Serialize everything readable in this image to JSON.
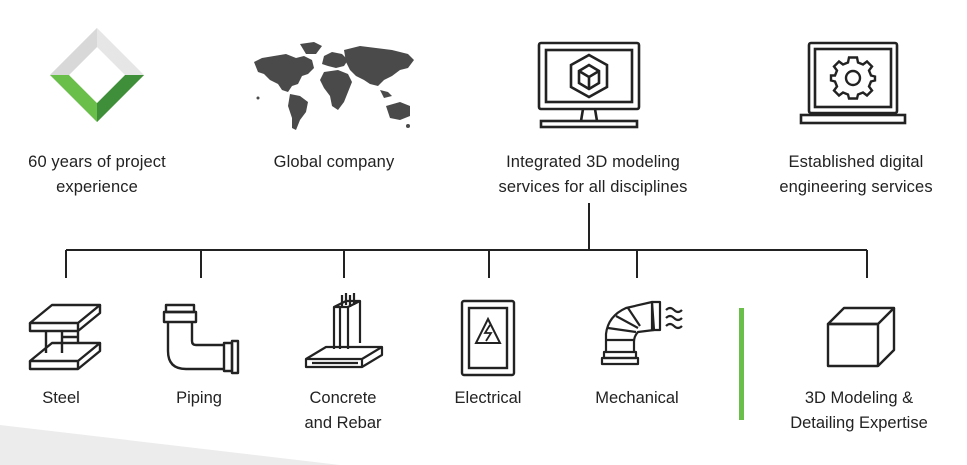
{
  "features": [
    {
      "icon": "diamond-logo-icon",
      "lines": [
        "60 years of project",
        "experience"
      ]
    },
    {
      "icon": "world-map-icon",
      "lines": [
        "Global company"
      ]
    },
    {
      "icon": "monitor-3d-cube-icon",
      "lines": [
        "Integrated 3D modeling",
        "services for all disciplines"
      ]
    },
    {
      "icon": "laptop-gear-icon",
      "lines": [
        "Established digital",
        "engineering services"
      ]
    }
  ],
  "disciplines": [
    {
      "icon": "steel-beam-icon",
      "lines": [
        "Steel"
      ]
    },
    {
      "icon": "pipe-elbow-icon",
      "lines": [
        "Piping"
      ]
    },
    {
      "icon": "concrete-rebar-icon",
      "lines": [
        "Concrete",
        "and Rebar"
      ]
    },
    {
      "icon": "electrical-panel-icon",
      "lines": [
        "Electrical"
      ]
    },
    {
      "icon": "duct-icon",
      "lines": [
        "Mechanical"
      ]
    },
    {
      "icon": "cube-icon",
      "lines": [
        "3D Modeling &",
        "Detailing Expertise"
      ]
    }
  ],
  "colors": {
    "accent_green": "#6abf4b",
    "dark_green": "#3f8f3a",
    "line_dark": "#222222",
    "map_gray": "#4a4a4a"
  }
}
